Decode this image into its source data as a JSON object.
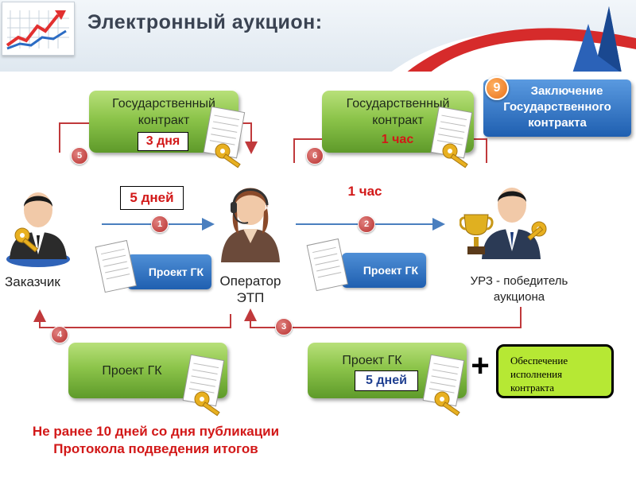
{
  "title": "Электронный аукцион:",
  "top_left_box": {
    "line1": "Государственный",
    "line2": "контракт",
    "duration": "3 дня"
  },
  "top_right_box": {
    "line1": "Государственный",
    "line2": "контракт",
    "duration": "1 час"
  },
  "conclusion": {
    "badge": "9",
    "line1": "Заключение",
    "line2": "Государственного",
    "line3": "контракта"
  },
  "arrow1_label": "5 дней",
  "arrow2_label": "1 час",
  "pill_left": "Проект ГК",
  "pill_right": "Проект ГК",
  "actors": {
    "customer": "Заказчик",
    "operator_line1": "Оператор",
    "operator_line2": "ЭТП",
    "winner_line1": "УРЗ - победитель",
    "winner_line2": "аукциона"
  },
  "bottom_left_box": {
    "label": "Проект ГК"
  },
  "bottom_right_box": {
    "label": "Проект ГК",
    "duration": "5 дней"
  },
  "plus": "+",
  "security": {
    "line1": "Обеспечение",
    "line2": "исполнения",
    "line3": "контракта"
  },
  "steps": [
    "1",
    "2",
    "3",
    "4",
    "5",
    "6"
  ],
  "note": {
    "line1": "Не ранее 10 дней со дня публикации",
    "line2": "Протокола подведения итогов"
  },
  "colors": {
    "green": "#8cc44a",
    "blue": "#1f5fb0",
    "red": "#d21818",
    "arrow_red": "#c0393b",
    "arrow_blue": "#4a7fbf",
    "lime": "#b6e834"
  },
  "icons": [
    "line-chart-icon",
    "person-icon",
    "operator-headset-icon",
    "trophy-icon",
    "key-icon",
    "document-icon",
    "swoosh-logo-icon"
  ]
}
